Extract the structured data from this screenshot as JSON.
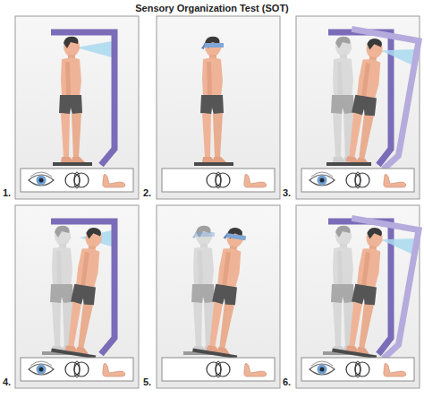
{
  "diagram": {
    "title": "Sensory Organization Test (SOT)",
    "labels": [
      "1.",
      "2.",
      "3.",
      "4.",
      "5.",
      "6."
    ]
  }
}
